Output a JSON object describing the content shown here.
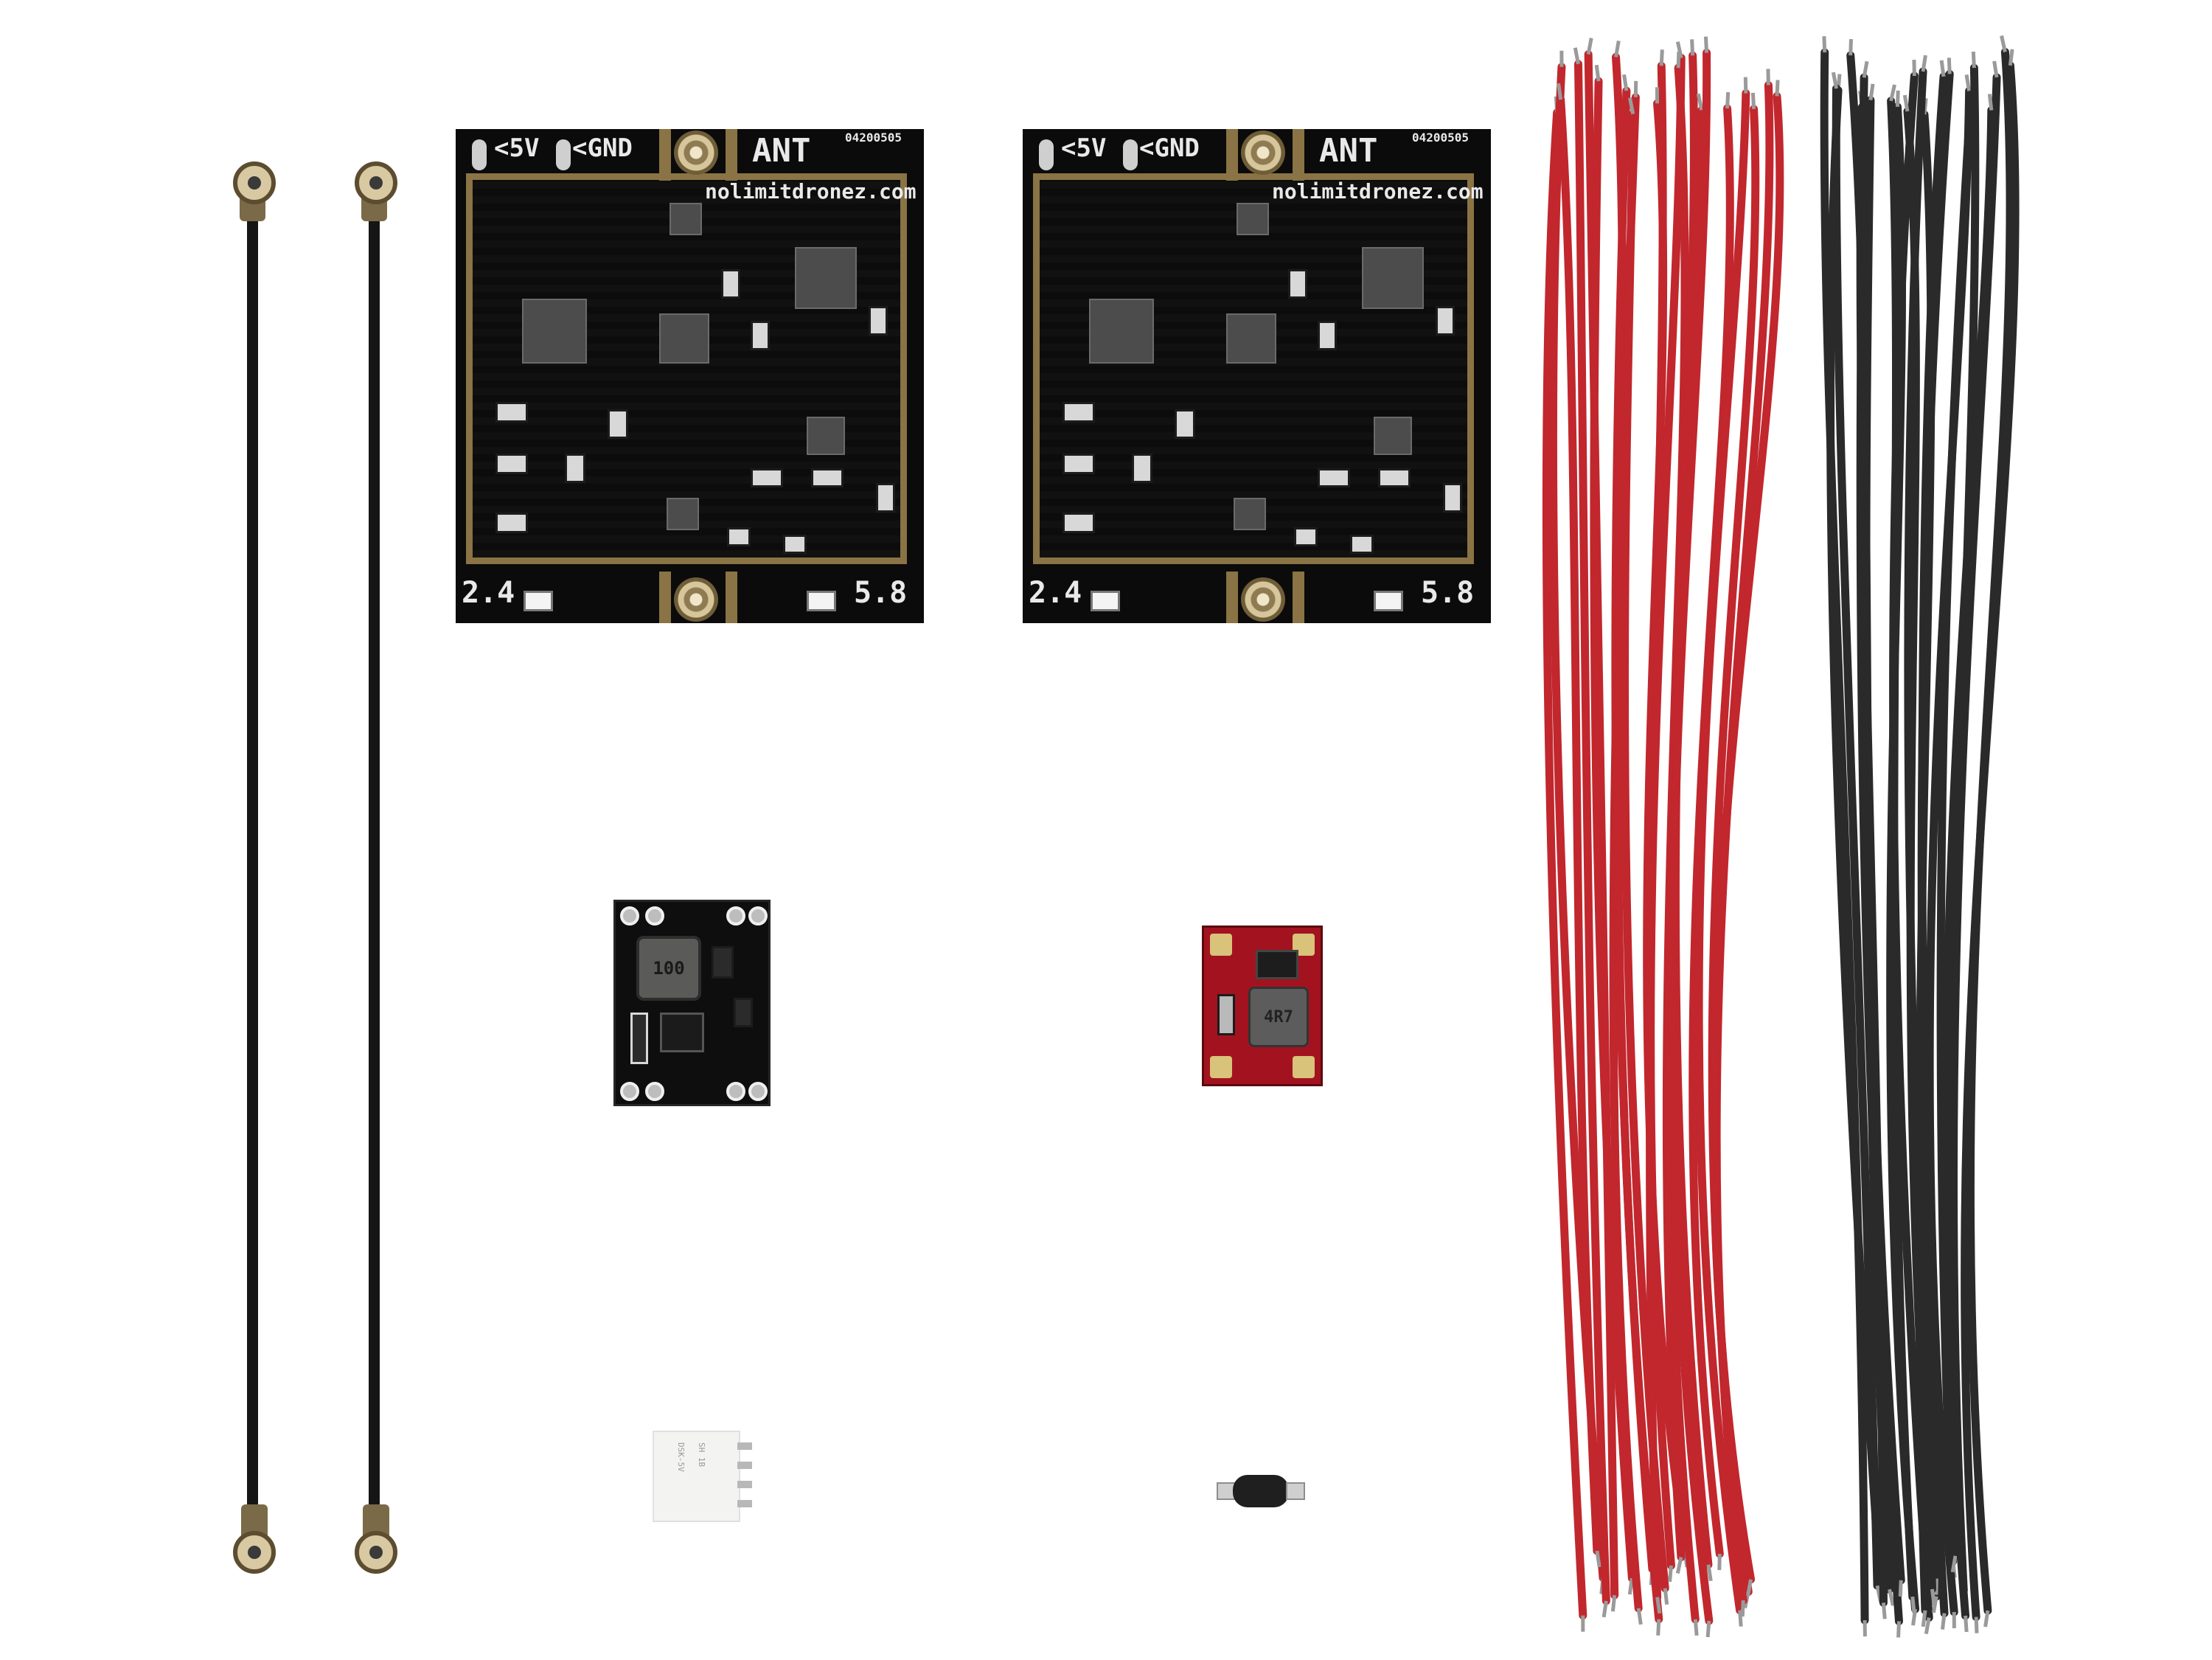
{
  "boards": [
    {
      "labels": {
        "v5": "<5V",
        "gnd": "<GND",
        "ant": "ANT",
        "code": "04200505",
        "url": "nolimitdronez.com",
        "band_low": "2.4",
        "band_high": "5.8"
      }
    },
    {
      "labels": {
        "v5": "<5V",
        "gnd": "<GND",
        "ant": "ANT",
        "code": "04200505",
        "url": "nolimitdronez.com",
        "band_low": "2.4",
        "band_high": "5.8"
      }
    }
  ],
  "buck_module_black": {
    "inductor_marking": "100"
  },
  "buck_module_red": {
    "inductor_marking": "4R7"
  },
  "relay": {
    "markings": [
      "DSK-5V",
      "SH 1B"
    ]
  },
  "wire_bundles": [
    {
      "name": "red",
      "color": "#c1272d"
    },
    {
      "name": "black",
      "color": "#2a2a2a"
    }
  ],
  "colors": {
    "pcb": "#0b0b0b",
    "gold": "#8a7344",
    "cable": "#151515",
    "red_pcb": "#a2131f"
  }
}
